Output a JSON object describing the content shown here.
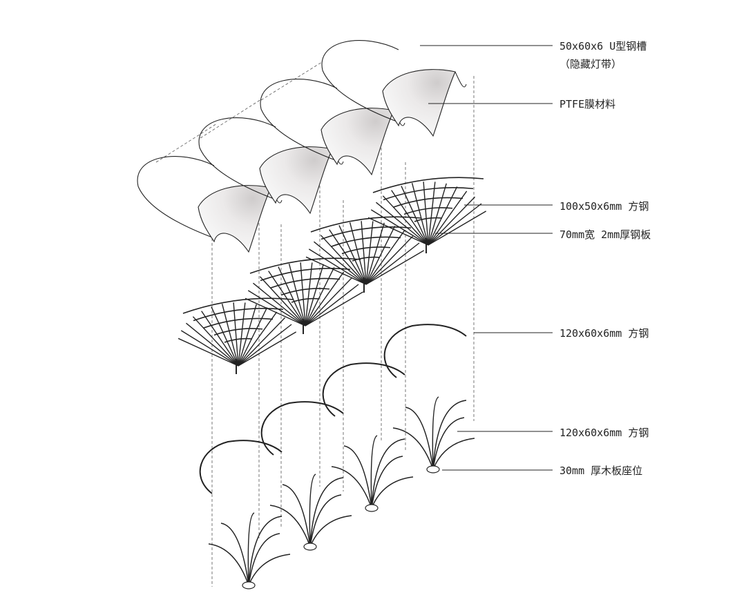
{
  "diagram": {
    "type": "exploded-axonometric",
    "callouts": [
      {
        "id": "u-channel",
        "text": "50x60x6 U型钢槽"
      },
      {
        "id": "u-channel-note",
        "text": "（隐藏灯带）"
      },
      {
        "id": "ptfe",
        "text": "PTFE膜材料"
      },
      {
        "id": "steel-100",
        "text": "100x50x6mm 方钢"
      },
      {
        "id": "plate-70",
        "text": "70mm宽 2mm厚钢板"
      },
      {
        "id": "steel-120-a",
        "text": "120x60x6mm 方钢"
      },
      {
        "id": "steel-120-b",
        "text": "120x60x6mm 方钢"
      },
      {
        "id": "wood-seat",
        "text": "30mm 厚木板座位"
      }
    ],
    "colors": {
      "line": "#222222",
      "membrane_shade": "#d9d6d6",
      "dashed": "#555555"
    }
  }
}
